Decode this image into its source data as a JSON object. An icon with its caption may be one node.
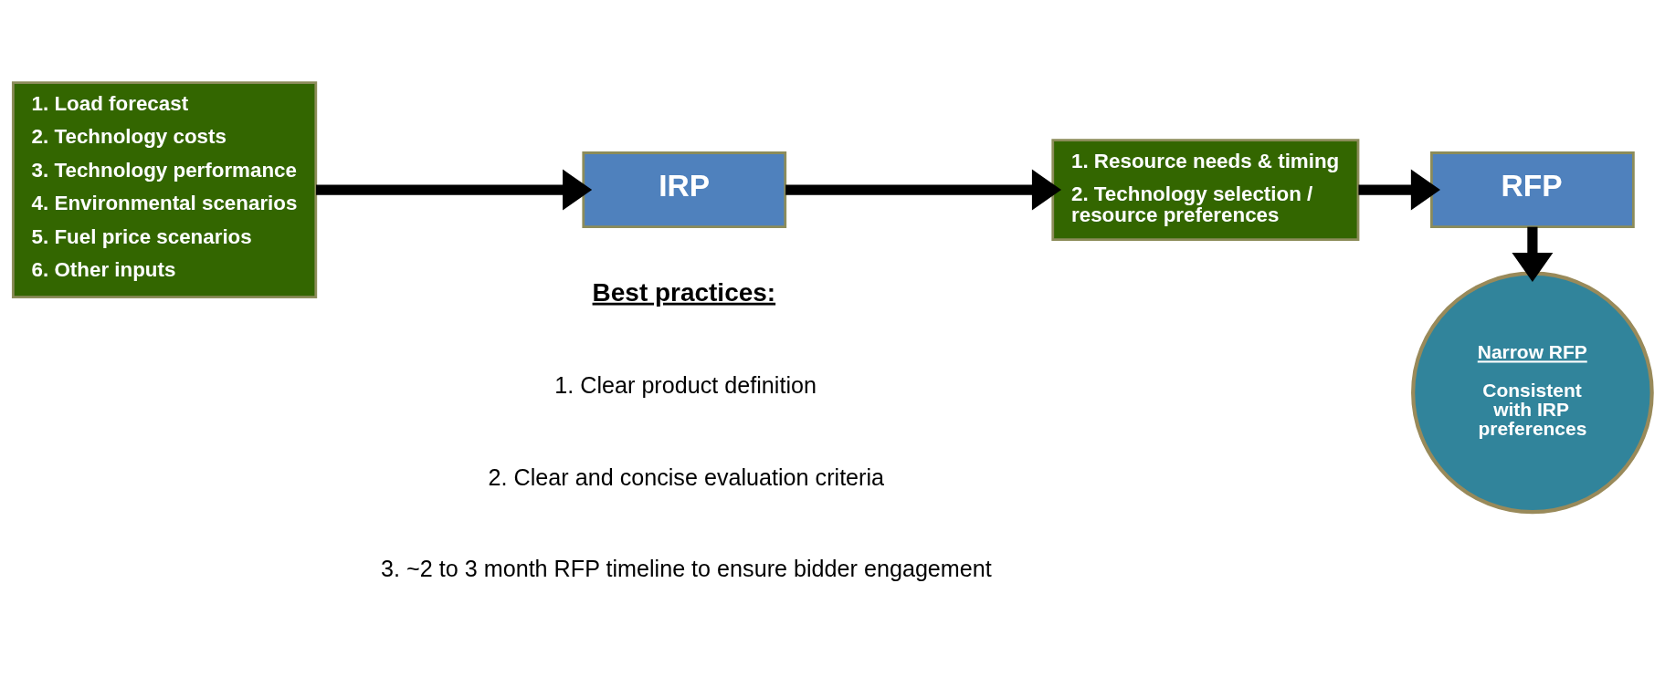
{
  "diagram": {
    "nodes": [
      {
        "text": [
          "1. Load forecast",
          "2. Technology costs",
          "3. Technology performance",
          "4. Environmental scenarios",
          "5. Fuel price scenarios",
          "6. Other inputs"
        ]
      },
      {
        "text": [
          "IRP"
        ]
      },
      {
        "text": [
          "1. Resource needs & timing",
          "2. Technology selection / resource preferences"
        ]
      },
      {
        "text": [
          "RFP"
        ]
      },
      {
        "text": [
          "Narrow RFP",
          "Consistent with IRP preferences"
        ]
      }
    ],
    "edges": [
      {
        "from": 0,
        "to": 1,
        "arrow": "to"
      },
      {
        "from": 1,
        "to": 2,
        "arrow": "to"
      },
      {
        "from": 2,
        "to": 3,
        "arrow": "to"
      },
      {
        "from": 3,
        "to": 4,
        "arrow": "to"
      }
    ],
    "labels": [
      "Best practices:",
      "1. Clear product definition",
      "2. Clear and concise evaluation criteria",
      "3. ~2 to 3 month RFP timeline to ensure bidder engagement"
    ]
  }
}
